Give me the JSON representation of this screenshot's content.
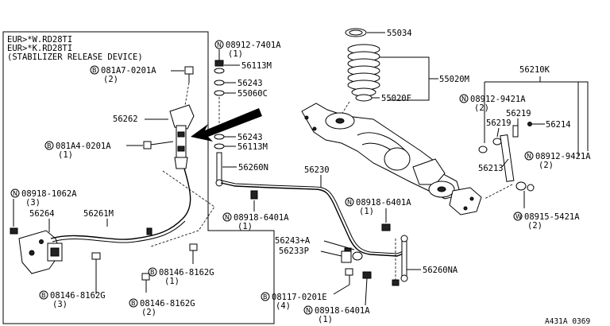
{
  "inset": {
    "line1": "EUR>*W.RD28TI",
    "line2": "EUR>*K.RD28TI",
    "line3": "(STABILIZER RELEASE DEVICE)"
  },
  "labels": {
    "p55034": "55034",
    "p55020M": "55020M",
    "p55020F": "55020F",
    "p56210K": "56210K",
    "n08912_7401A": "08912-7401A",
    "n08912_7401A_q": "(1)",
    "p56113M_a": "56113M",
    "p56243_a": "56243",
    "p55060C": "55060C",
    "p56243_b": "56243",
    "p56113M_b": "56113M",
    "p56260N": "56260N",
    "p56230": "56230",
    "n08912_9421A_a": "08912-9421A",
    "n08912_9421A_a_q": "(2)",
    "p56219_a": "56219",
    "p56219_b": "56219",
    "p56214": "56214",
    "p56213": "56213",
    "n08912_9421A_b": "08912-9421A",
    "n08912_9421A_b_q": "(2)",
    "w08915_5421A": "08915-5421A",
    "w08915_5421A_q": "(2)",
    "n08918_6401A_a": "08918-6401A",
    "n08918_6401A_a_q": "(1)",
    "n08918_6401A_b": "08918-6401A",
    "n08918_6401A_b_q": "(1)",
    "n08918_6401A_c": "08918-6401A",
    "n08918_6401A_c_q": "(1)",
    "p56243A": "56243+A",
    "p56233P": "56233P",
    "p56260NA": "56260NA",
    "b08117_0201E": "08117-0201E",
    "b08117_0201E_q": "(4)",
    "b081A7_0201A": "081A7-0201A",
    "b081A7_0201A_q": "(2)",
    "p56262": "56262",
    "b081A4_0201A": "081A4-0201A",
    "b081A4_0201A_q": "(1)",
    "n08918_1062A": "08918-1062A",
    "n08918_1062A_q": "(3)",
    "p56264": "56264",
    "p56261M": "56261M",
    "b08146_8162G_a": "08146-8162G",
    "b08146_8162G_a_q": "(1)",
    "b08146_8162G_b": "08146-8162G",
    "b08146_8162G_b_q": "(3)",
    "b08146_8162G_c": "08146-8162G",
    "b08146_8162G_c_q": "(2)",
    "ref_code": "A431A 0369"
  },
  "prefix_letters": {
    "N": "N",
    "B": "B",
    "W": "W"
  }
}
